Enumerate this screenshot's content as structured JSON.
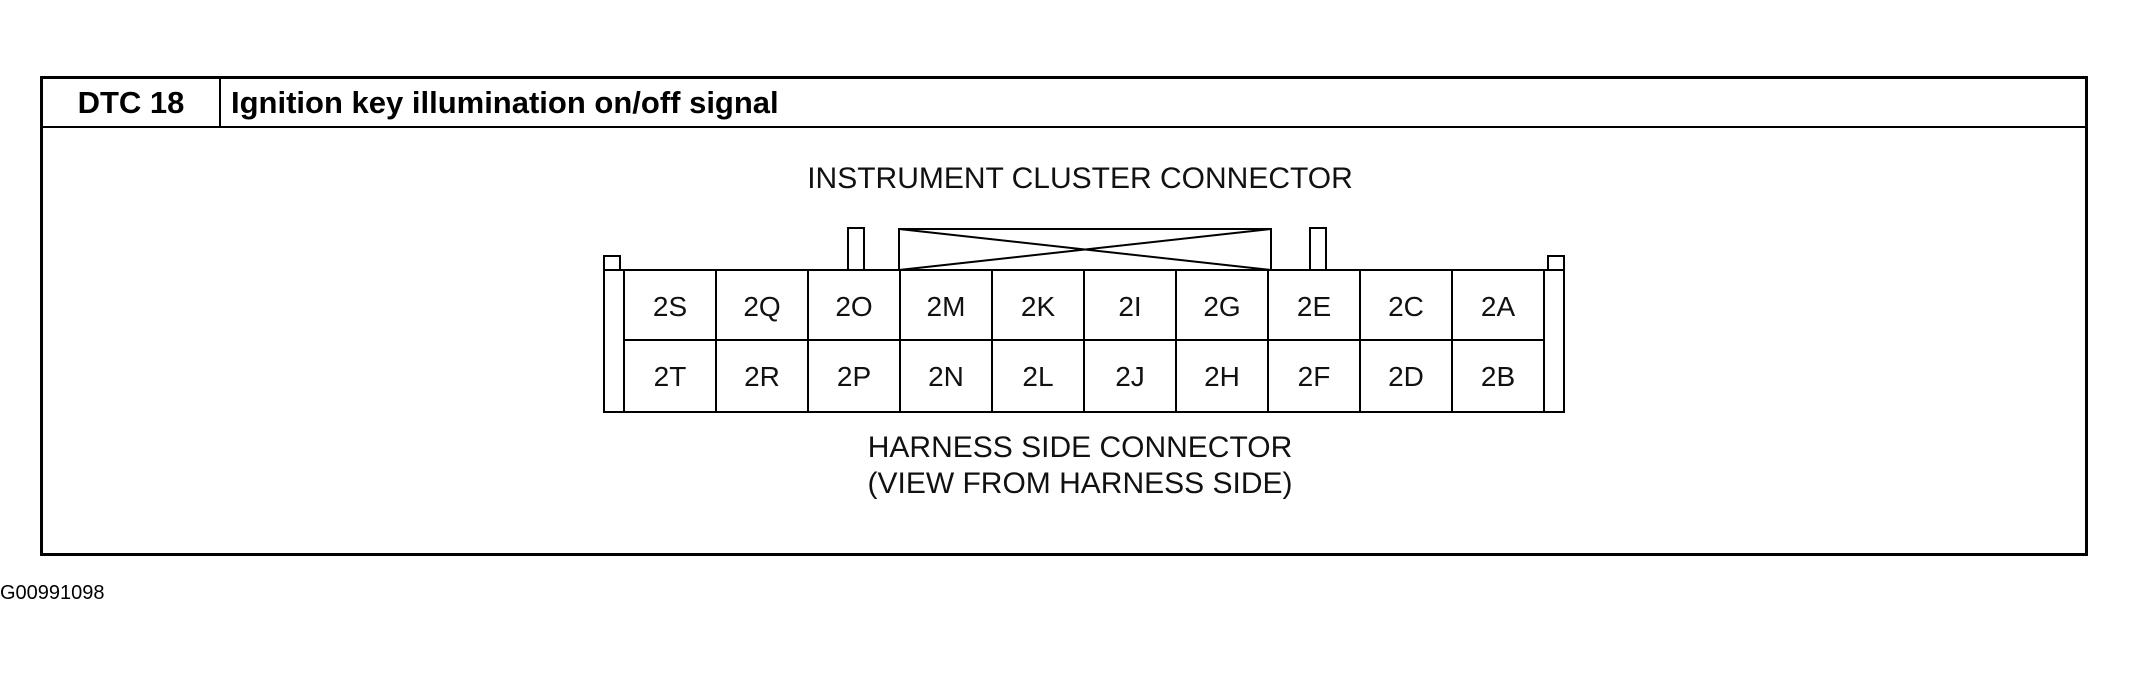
{
  "header": {
    "dtc_code": "DTC 18",
    "title": "Ignition key illumination on/off signal"
  },
  "diagram": {
    "top_caption": "INSTRUMENT CLUSTER CONNECTOR",
    "bottom_caption_line1": "HARNESS SIDE CONNECTOR",
    "bottom_caption_line2": "(VIEW FROM HARNESS SIDE)",
    "top_row_pins": [
      "2S",
      "2Q",
      "2O",
      "2M",
      "2K",
      "2I",
      "2G",
      "2E",
      "2C",
      "2A"
    ],
    "bottom_row_pins": [
      "2T",
      "2R",
      "2P",
      "2N",
      "2L",
      "2J",
      "2H",
      "2F",
      "2D",
      "2B"
    ]
  },
  "figure_id": "G00991098"
}
